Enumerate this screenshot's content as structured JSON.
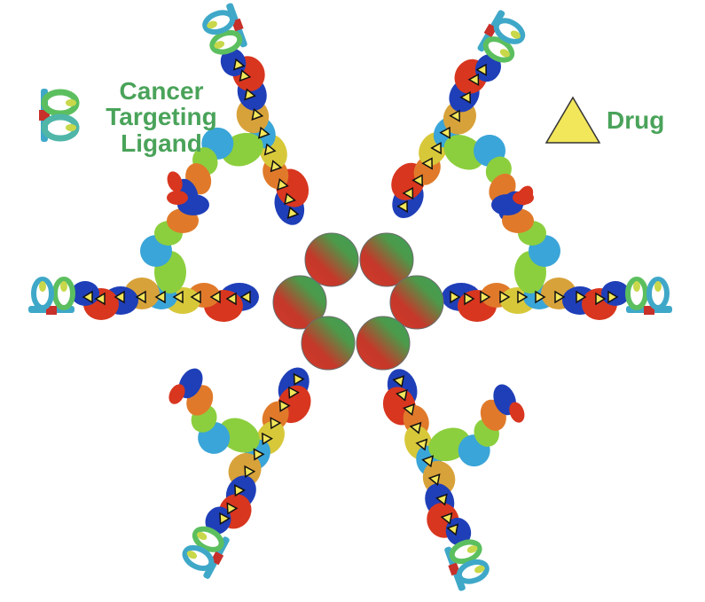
{
  "diagram": {
    "type": "nanoparticle-drug-conjugate-schematic",
    "labels": {
      "ligand_line1": "Cancer",
      "ligand_line2": "Targeting",
      "ligand_line3": "Ligand",
      "drug": "Drug"
    },
    "legend": [
      {
        "symbol": "helical-ribbon-ligand",
        "text": "Cancer Targeting Ligand"
      },
      {
        "symbol": "yellow-triangle",
        "text": "Drug",
        "color": "#f2e65a"
      }
    ],
    "core": {
      "nanoparticle_count": 6,
      "gradient_colors": [
        "#d23a2a",
        "#3f9f4f"
      ]
    },
    "arms": {
      "count": 6,
      "directions_deg": [
        -60,
        -120,
        180,
        0,
        120,
        60
      ],
      "drug_triangles_per_arm": 10
    },
    "colors": {
      "label_green": "#4aa35a",
      "drug_yellow": "#f2e65a",
      "protein_palette": [
        "#1f3fb8",
        "#d8361f",
        "#e07a2a",
        "#3aa5d8",
        "#8ccf3e",
        "#d7c83a",
        "#d8a23a"
      ],
      "ribbon_palette": [
        "#3fa8c8",
        "#5cbf5f",
        "#c8d84a",
        "#c8302a"
      ]
    }
  }
}
